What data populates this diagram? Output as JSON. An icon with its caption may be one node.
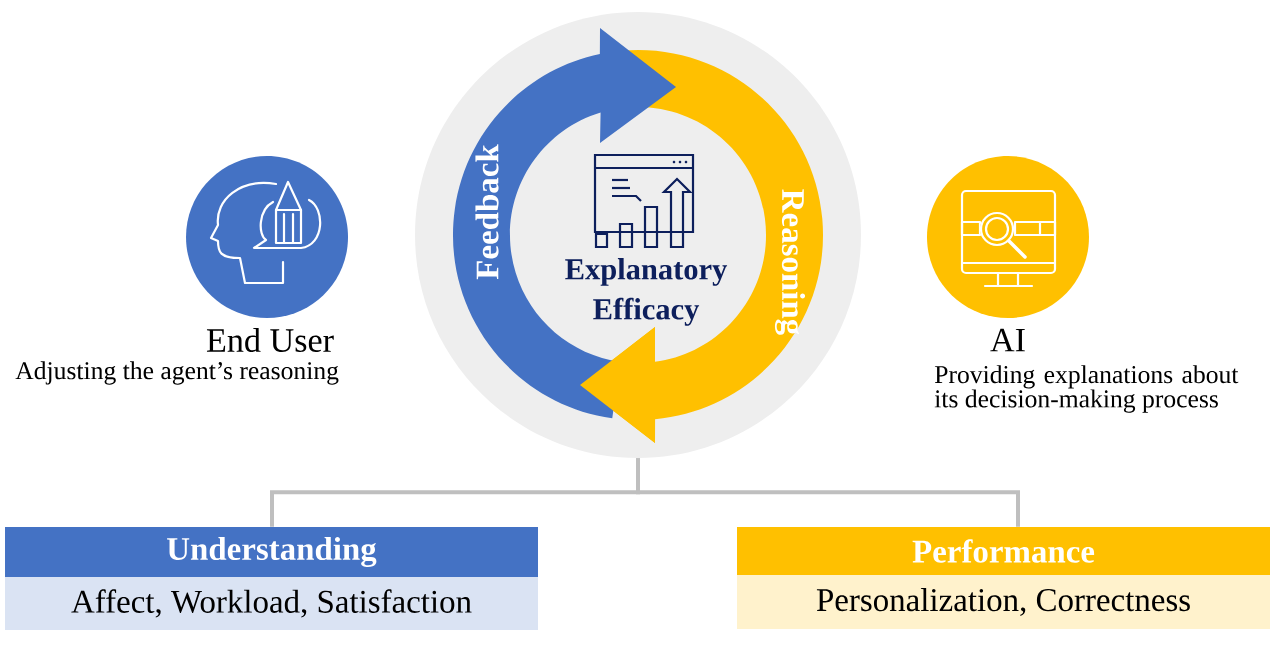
{
  "diagram": {
    "nodes": [
      {
        "text": [
          "Explanatory Efficacy"
        ]
      },
      {
        "text": [
          "End User",
          "Adjusting the agent’s reasoning"
        ]
      },
      {
        "text": [
          "AI",
          "Providing explanations about its decision-making process"
        ]
      },
      {
        "text": [
          "Understanding",
          "Affect, Workload, Satisfaction"
        ]
      },
      {
        "text": [
          "Performance",
          "Personalization, Correctness"
        ]
      }
    ],
    "edges": [
      {
        "from": 0,
        "to": 3,
        "arrow": "none"
      },
      {
        "from": 0,
        "to": 4,
        "arrow": "none"
      }
    ],
    "labels": [
      "Feedback",
      "Reasoning"
    ]
  }
}
